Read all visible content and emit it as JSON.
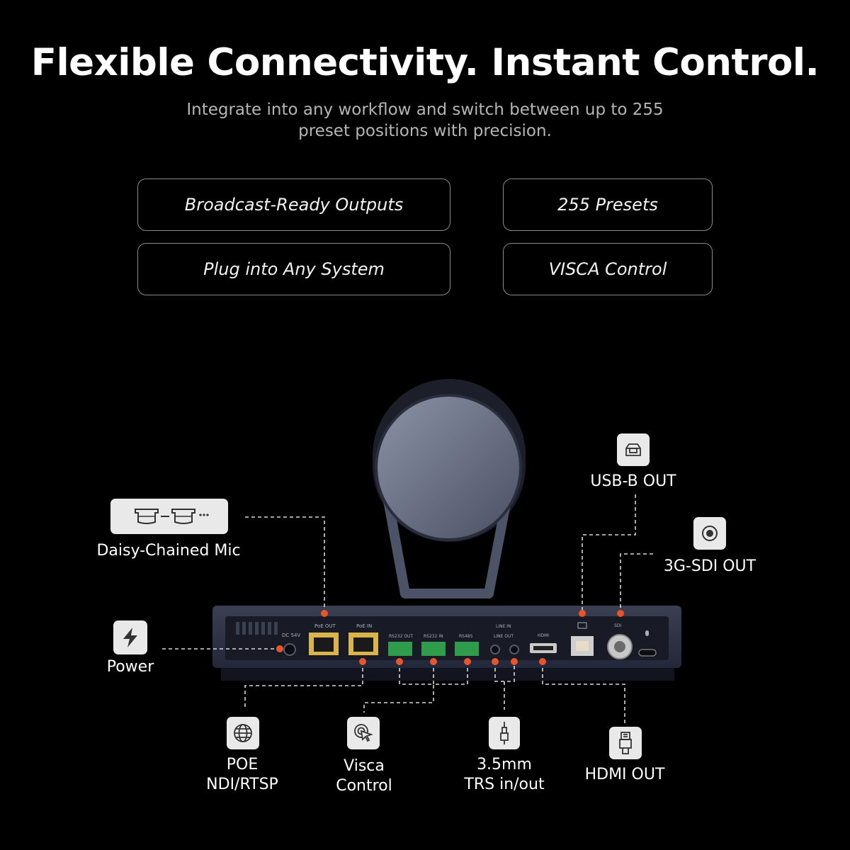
{
  "header": {
    "title": "Flexible Connectivity. Instant Control.",
    "subtitle": "Integrate into any workflow and switch between up to 255 preset positions with precision."
  },
  "features": [
    "Broadcast-Ready Outputs",
    "255 Presets",
    "Plug into Any System",
    "VISCA Control"
  ],
  "callouts": {
    "daisy_chained_mic": "Daisy-Chained Mic",
    "power": "Power",
    "poe": "POE",
    "poe_protocols": "NDI/RTSP",
    "visca": "Visca",
    "visca_sub": "Control",
    "trs": "3.5mm",
    "trs_sub": "TRS in/out",
    "hdmi_out": "HDMI OUT",
    "usb_b_out": "USB-B OUT",
    "sdi_out": "3G-SDI OUT"
  },
  "panel_labels": {
    "dc": "DC 54V",
    "poe_out": "PoE OUT",
    "poe_in": "PoE IN",
    "rs232_out": "RS232 OUT",
    "rs232_in": "RS232 IN",
    "rs485": "RS485",
    "line_in": "LINE IN",
    "line_out": "LINE OUT",
    "hdmi": "HDMI",
    "sdi": "SDI"
  },
  "colors": {
    "accent_dot": "#e8552a",
    "background": "#000000",
    "panel": "#2c3142"
  }
}
